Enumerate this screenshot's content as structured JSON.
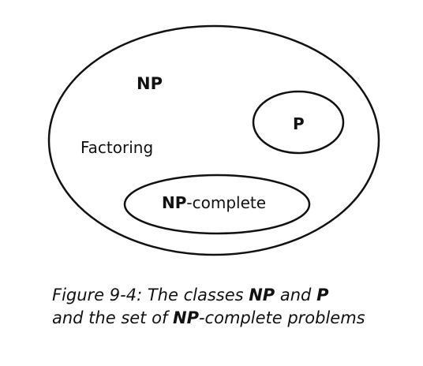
{
  "diagram": {
    "outer_set_label": "NP",
    "inner_set_label": "P",
    "np_complete": {
      "bold": "NP",
      "rest": "-complete"
    },
    "element_label": "Factoring",
    "stroke_color": "#111111"
  },
  "caption": {
    "line1": {
      "a": "Figure 9-4: The classes ",
      "b1": "NP",
      "c": " and ",
      "b2": "P"
    },
    "line2": {
      "a": "and the set of ",
      "b": "NP",
      "c": "-complete problems"
    }
  }
}
